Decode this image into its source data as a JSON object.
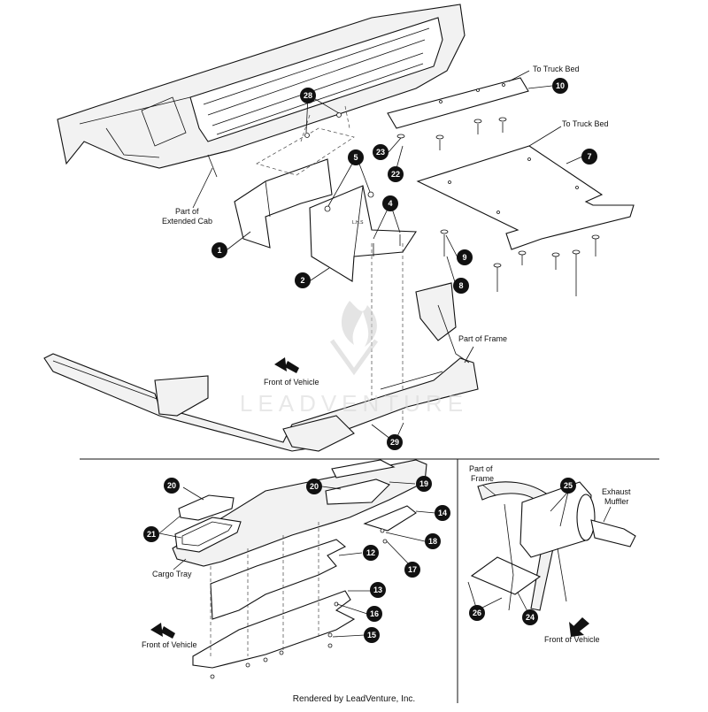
{
  "labels": {
    "to_truck_bed_1": "To Truck Bed",
    "to_truck_bed_2": "To Truck Bed",
    "part_of_extended_cab_l1": "Part of",
    "part_of_extended_cab_l2": "Extended Cab",
    "part_of_frame_top": "Part of Frame",
    "front_of_vehicle_top": "Front of Vehicle",
    "cargo_tray": "Cargo Tray",
    "front_of_vehicle_bottom_left": "Front of Vehicle",
    "part_of_frame_right_l1": "Part of",
    "part_of_frame_right_l2": "Frame",
    "exhaust_muffler_l1": "Exhaust",
    "exhaust_muffler_l2": "Muffler",
    "front_of_vehicle_bottom_right": "Front of Vehicle",
    "sheet_label": "L.H.S"
  },
  "watermark": "LEADVENTURE",
  "footer": "Rendered by LeadVenture, Inc.",
  "callouts": [
    "28",
    "10",
    "23",
    "22",
    "7",
    "5",
    "4",
    "1",
    "2",
    "9",
    "8",
    "29",
    "20",
    "21",
    "20",
    "19",
    "14",
    "18",
    "17",
    "12",
    "13",
    "16",
    "15",
    "25",
    "26",
    "24"
  ],
  "colors": {
    "callout_fill": "#111111",
    "line": "#111111",
    "watermark": "#cfcfcf"
  }
}
